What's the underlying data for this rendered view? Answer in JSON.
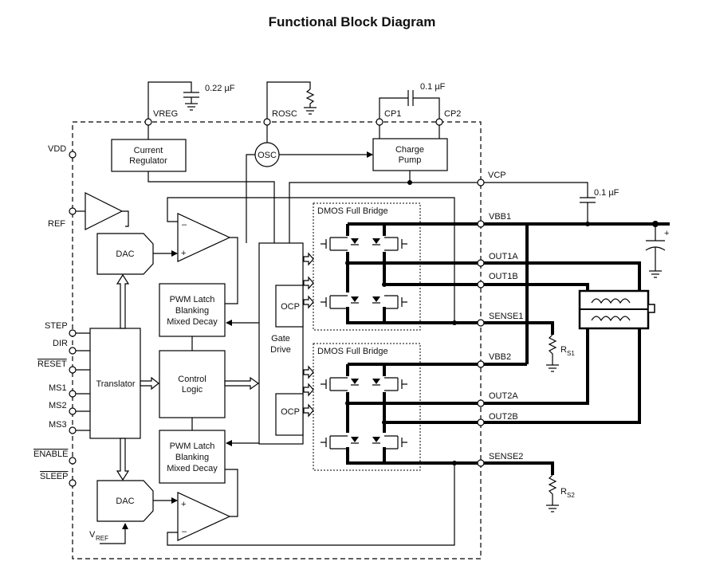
{
  "title": "Functional Block Diagram",
  "blocks": {
    "current_regulator": [
      "Current",
      "Regulator"
    ],
    "osc": "OSC",
    "charge_pump": [
      "Charge",
      "Pump"
    ],
    "dac": "DAC",
    "translator": "Translator",
    "control_logic": [
      "Control",
      "Logic"
    ],
    "pwm_latch": [
      "PWM Latch",
      "Blanking",
      "Mixed Decay"
    ],
    "gate_drive": [
      "Gate",
      "Drive"
    ],
    "ocp": "OCP",
    "dmos_full_bridge": "DMOS Full Bridge"
  },
  "left_pins": {
    "vdd": "VDD",
    "ref": "REF",
    "step": "STEP",
    "dir": "DIR",
    "reset": "RESET",
    "ms1": "MS1",
    "ms2": "MS2",
    "ms3": "MS3",
    "enable": "ENABLE",
    "sleep": "SLEEP",
    "vref_main": "V",
    "vref_sub": "REF"
  },
  "top_pins": {
    "vreg": "VREG",
    "rosc": "ROSC",
    "cp1": "CP1",
    "cp2": "CP2",
    "cap_vreg": "0.22 µF",
    "cap_cp": "0.1 µF"
  },
  "right_pins": {
    "vcp": "VCP",
    "cap_vcp": "0.1 µF",
    "vbb1": "VBB1",
    "out1a": "OUT1A",
    "out1b": "OUT1B",
    "sense1": "SENSE1",
    "vbb2": "VBB2",
    "out2a": "OUT2A",
    "out2b": "OUT2B",
    "sense2": "SENSE2",
    "rs1_main": "R",
    "rs1_sub": "S1",
    "rs2_main": "R",
    "rs2_sub": "S2",
    "plus": "+"
  },
  "opamp_signs": {
    "minus": "–",
    "plus": "+"
  }
}
